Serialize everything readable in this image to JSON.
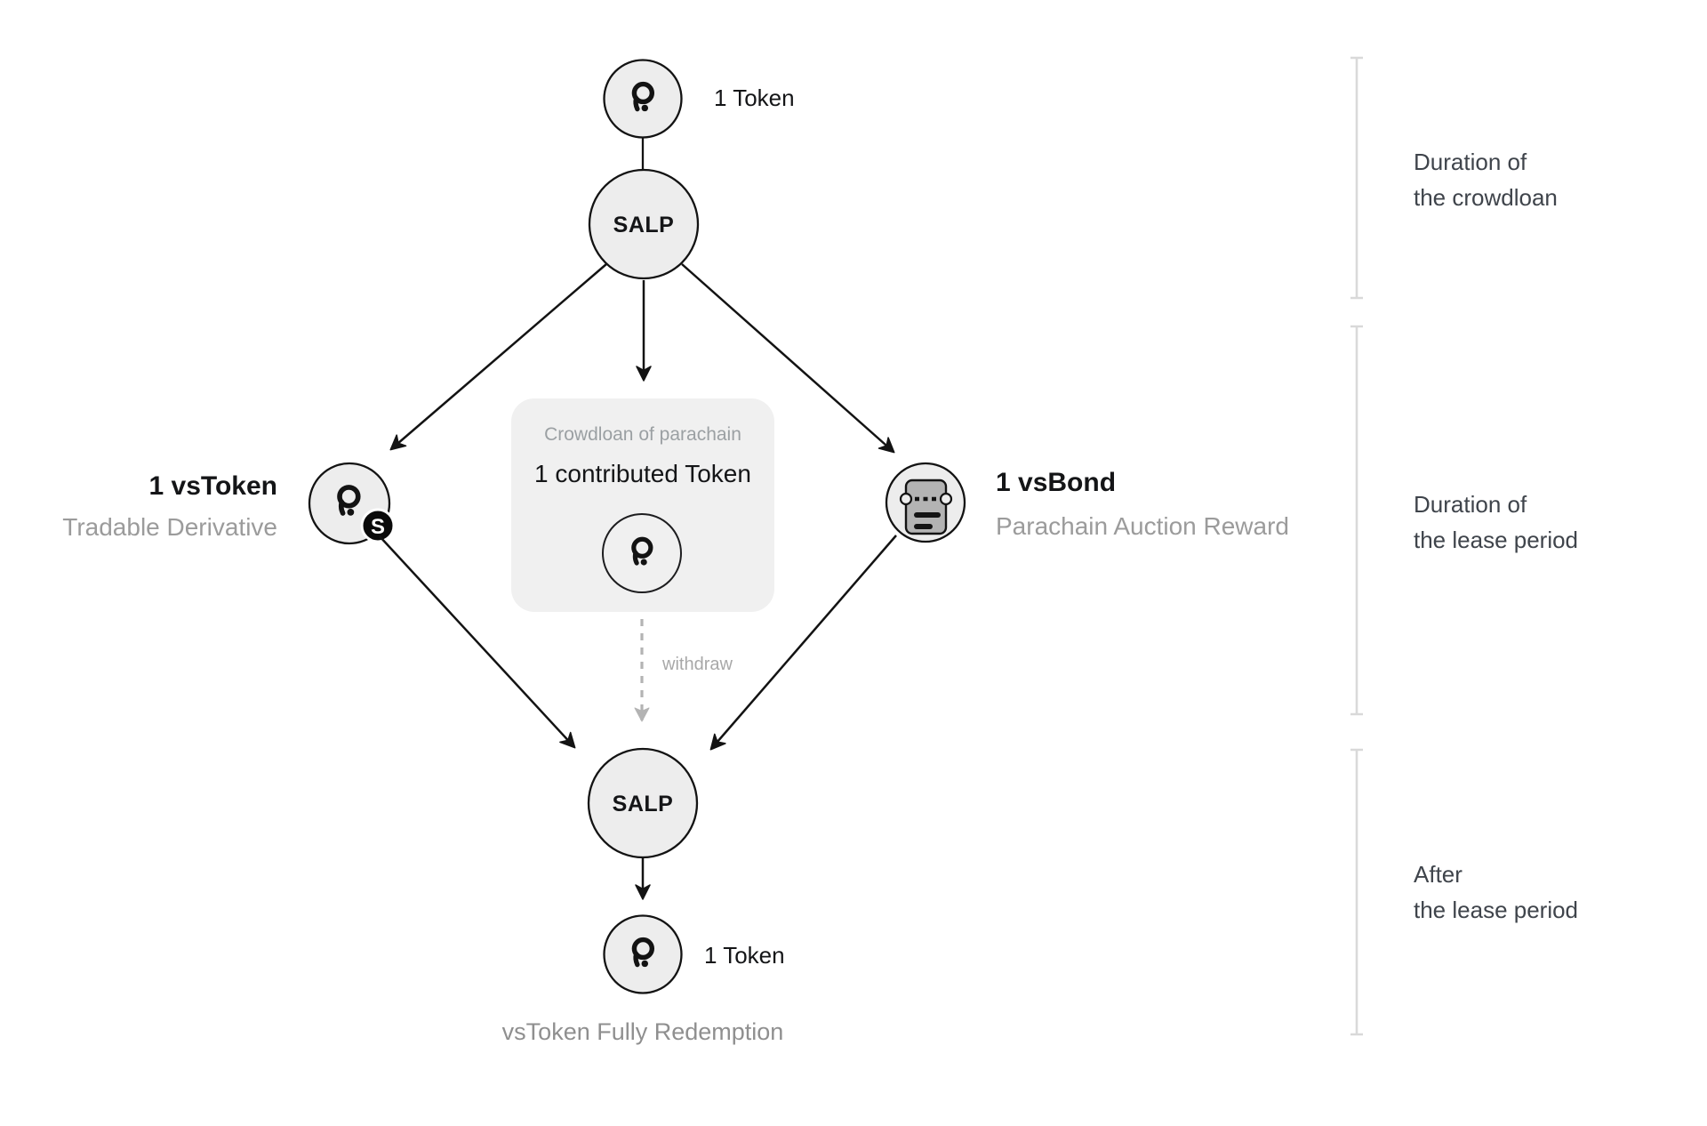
{
  "diagram": {
    "top": {
      "token_label": "1 Token",
      "salp_label": "SALP"
    },
    "left_branch": {
      "title": "1 vsToken",
      "subtitle": "Tradable Derivative",
      "badge_letter": "S"
    },
    "center_box": {
      "heading": "Crowdloan of parachain",
      "main": "1 contributed Token"
    },
    "right_branch": {
      "title": "1 vsBond",
      "subtitle": "Parachain Auction Reward"
    },
    "withdraw_label": "withdraw",
    "bottom": {
      "salp_label": "SALP",
      "token_label": "1 Token",
      "caption": "vsToken Fully Redemption"
    }
  },
  "timeline": {
    "phases": [
      {
        "line1": "Duration of",
        "line2": "the crowdloan"
      },
      {
        "line1": "Duration of",
        "line2": "the lease period"
      },
      {
        "line1": "After",
        "line2": "the lease period"
      }
    ]
  },
  "icons": {
    "polkadot": "polkadot-logo",
    "vsbond": "bond-ticket",
    "vstoken_badge": "s-badge"
  },
  "colors": {
    "background": "#ffffff",
    "node_fill": "#ededed",
    "node_stroke": "#131313",
    "box_fill": "#f0f0f0",
    "subtitle_gray": "#9b9b9b",
    "withdraw_gray": "#a8a8a8",
    "caption_gray": "#8f8f8f",
    "phase_text": "#3f444b",
    "bracket_gray": "#d9d9d9",
    "ticket_fill": "#b3b3b3",
    "badge_fill": "#0b0b0b"
  }
}
